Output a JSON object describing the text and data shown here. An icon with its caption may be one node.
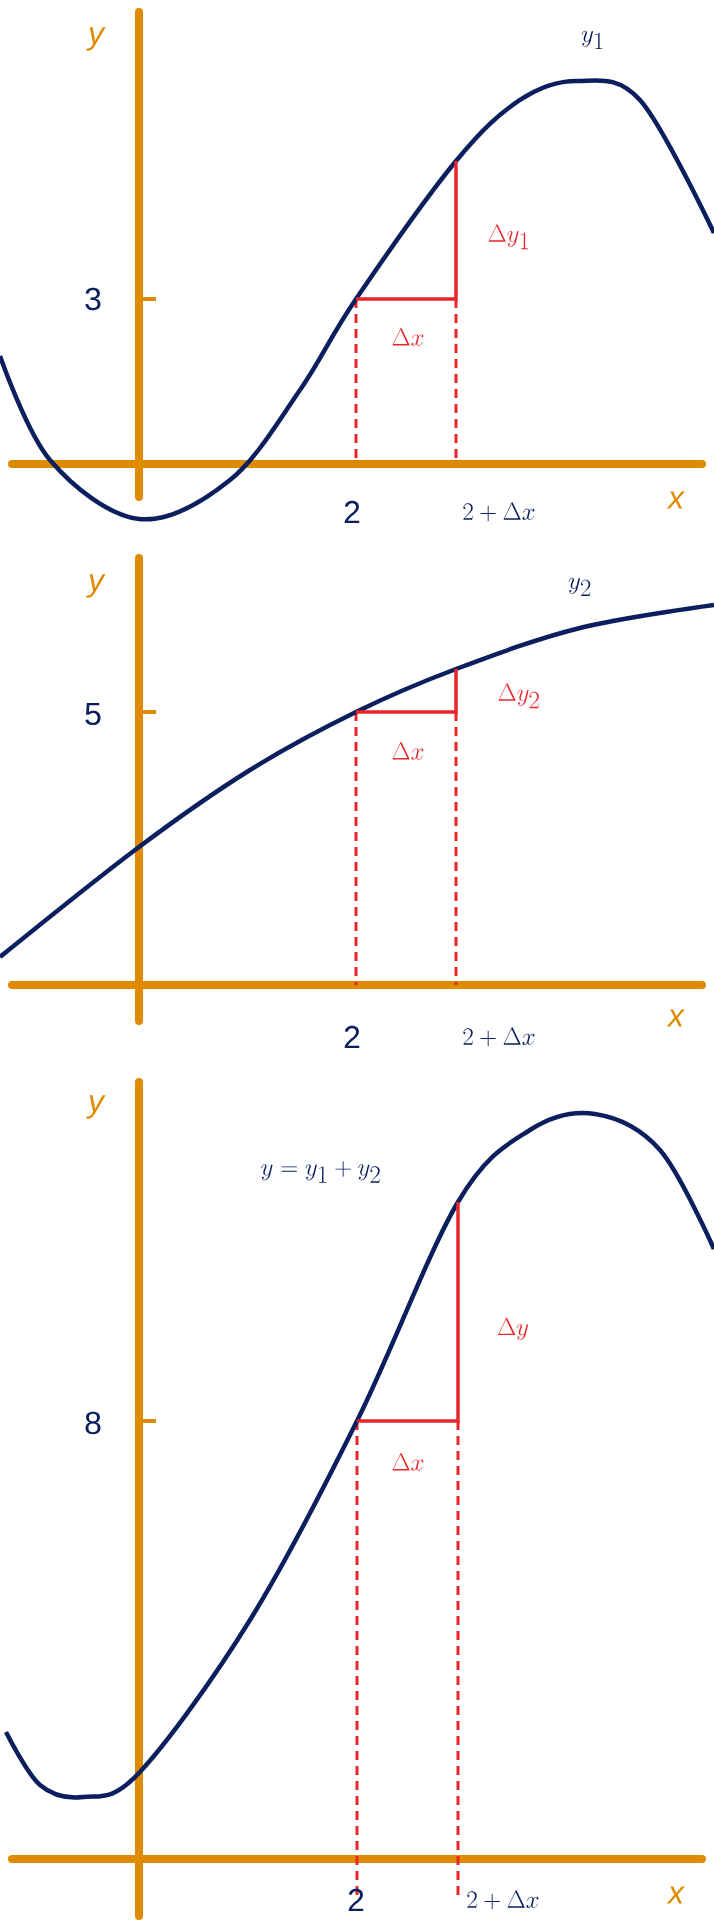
{
  "diagram": {
    "labels": [
      "y",
      "y_1",
      "3",
      "\\Delta y_1",
      "\\Delta x",
      "2",
      "2+\\Delta x",
      "x",
      "y",
      "y_2",
      "5",
      "\\Delta y_2",
      "\\Delta x",
      "2",
      "2+\\Delta x",
      "x",
      "y",
      "y=y_1+y_2",
      "8",
      "\\Delta y",
      "\\Delta x",
      "2",
      "2+\\Delta x",
      "x"
    ]
  }
}
